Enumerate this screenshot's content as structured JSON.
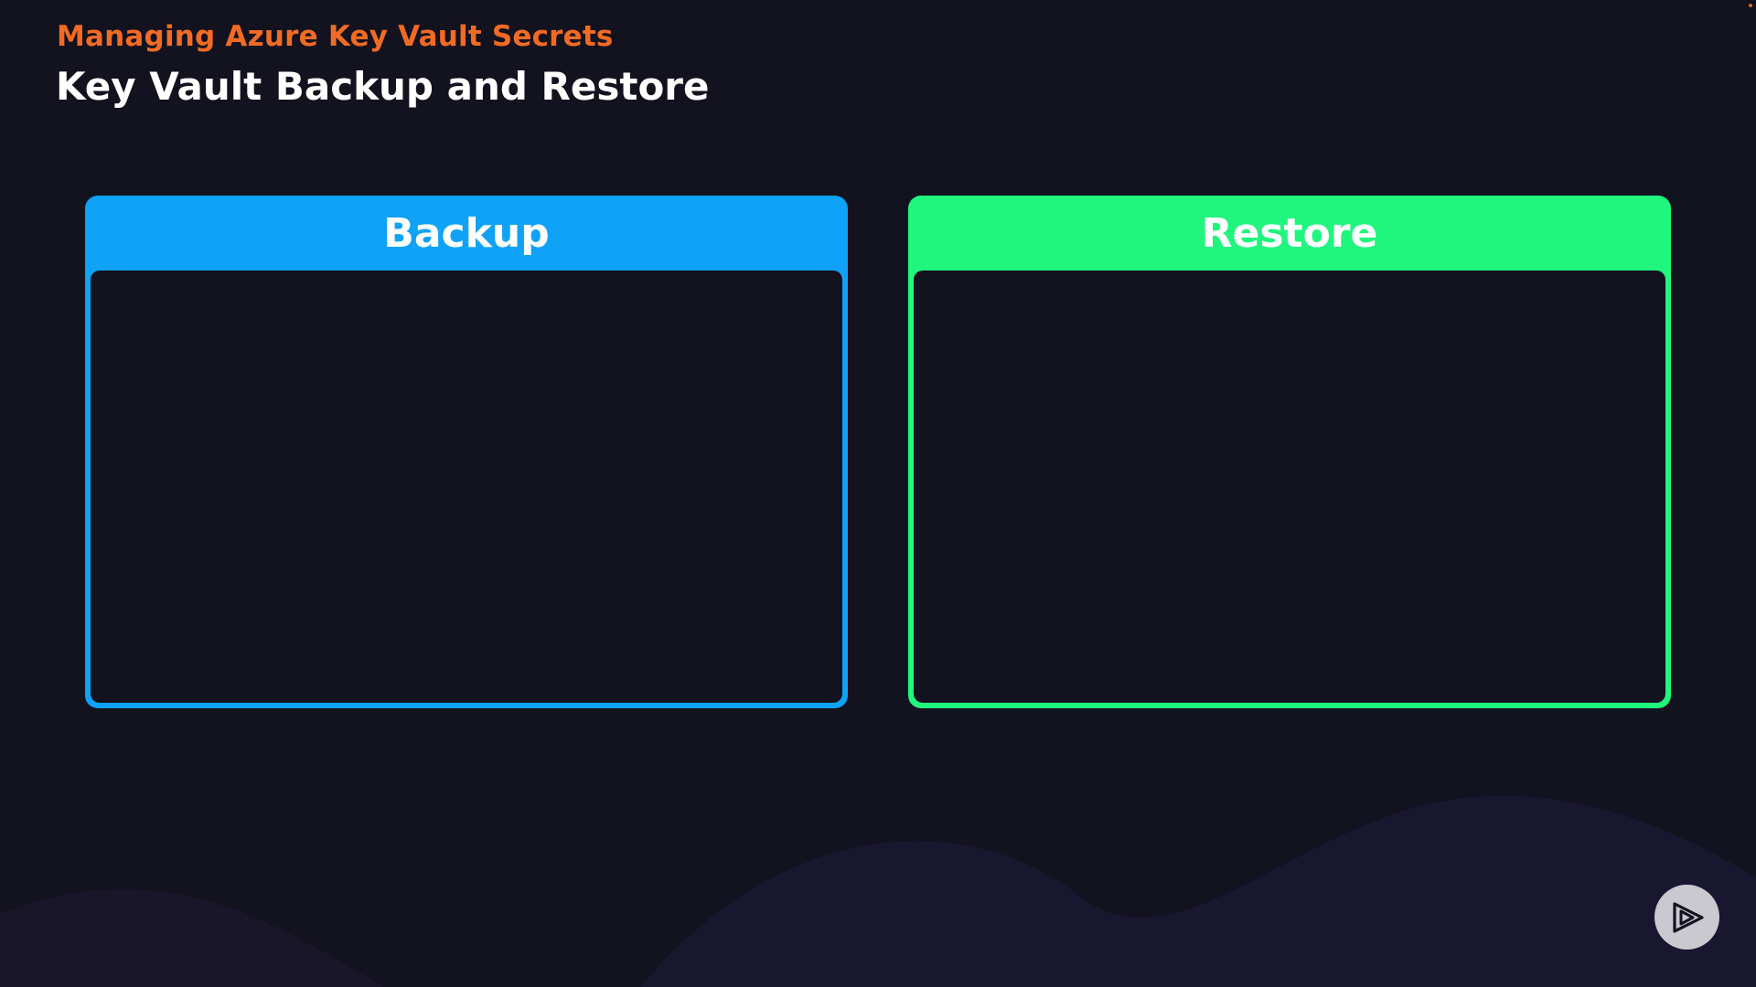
{
  "header": {
    "subtitle": "Managing Azure Key Vault Secrets",
    "title": "Key Vault Backup and Restore"
  },
  "cards": [
    {
      "label": "Backup",
      "color": "#0fa2f6"
    },
    {
      "label": "Restore",
      "color": "#20f57e"
    }
  ],
  "colors": {
    "background": "#13121f",
    "accent": "#f26b24",
    "title_text": "#ffffff"
  },
  "icons": {
    "player": "play-icon"
  }
}
